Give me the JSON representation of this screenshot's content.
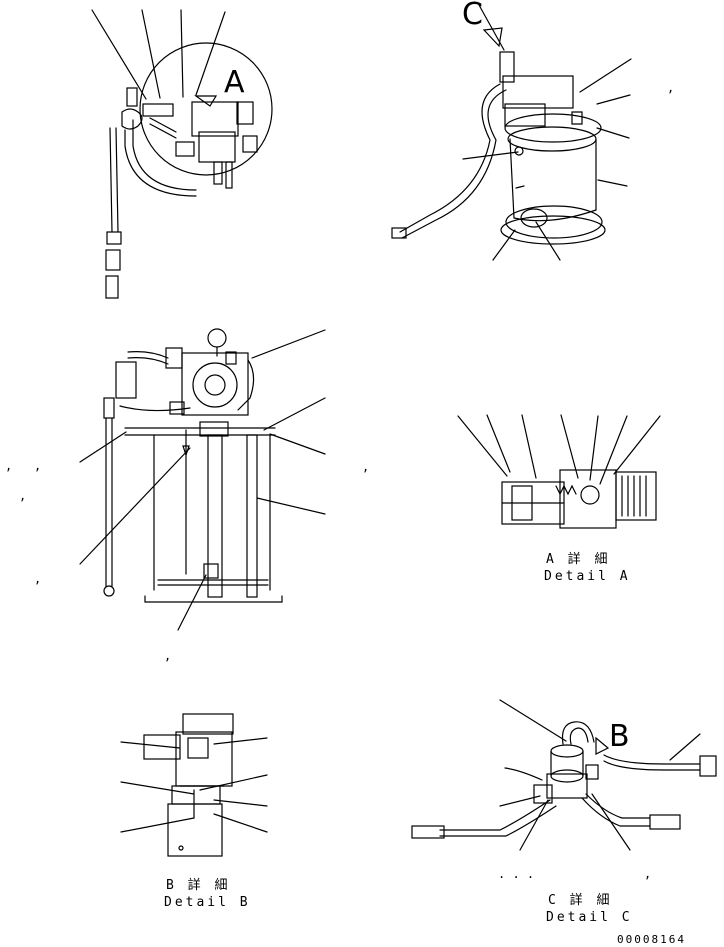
{
  "figure_id": "00008164",
  "callouts": {
    "a": "A",
    "b": "B",
    "c": "C"
  },
  "details": {
    "a": {
      "jp": "A 詳 細",
      "en": "Detail A"
    },
    "b": {
      "jp": "B 詳 細",
      "en": "Detail B"
    },
    "c": {
      "jp": "C 詳 細",
      "en": "Detail C"
    }
  },
  "marks": {
    "comma": ",",
    "dot_row": ". . ."
  }
}
